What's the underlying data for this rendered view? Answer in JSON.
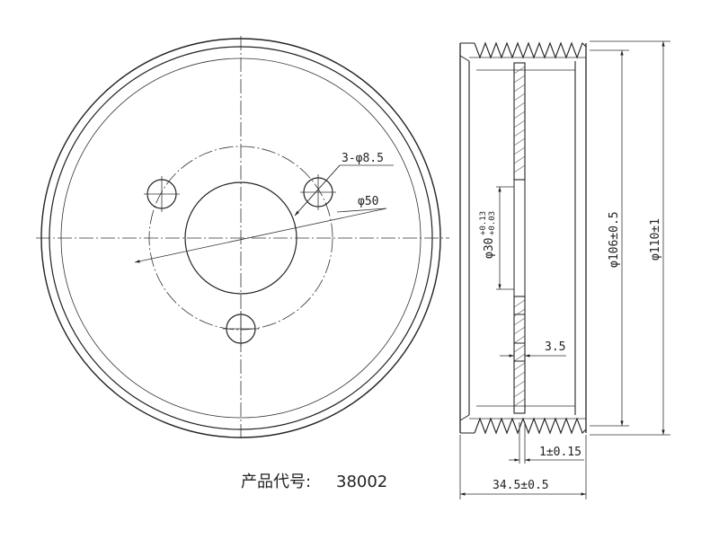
{
  "product_label": "产品代号:",
  "product_code": "38002",
  "dimensions": {
    "holes": "3-φ8.5",
    "pcd": "φ50",
    "bore_main": "φ30",
    "bore_tol_upper": "+0.13",
    "bore_tol_lower": "+0.03",
    "inner_dia": "φ106±0.5",
    "outer_dia": "φ110±1",
    "web_thickness": "3.5",
    "offset": "1±0.15",
    "width": "34.5±0.5"
  }
}
